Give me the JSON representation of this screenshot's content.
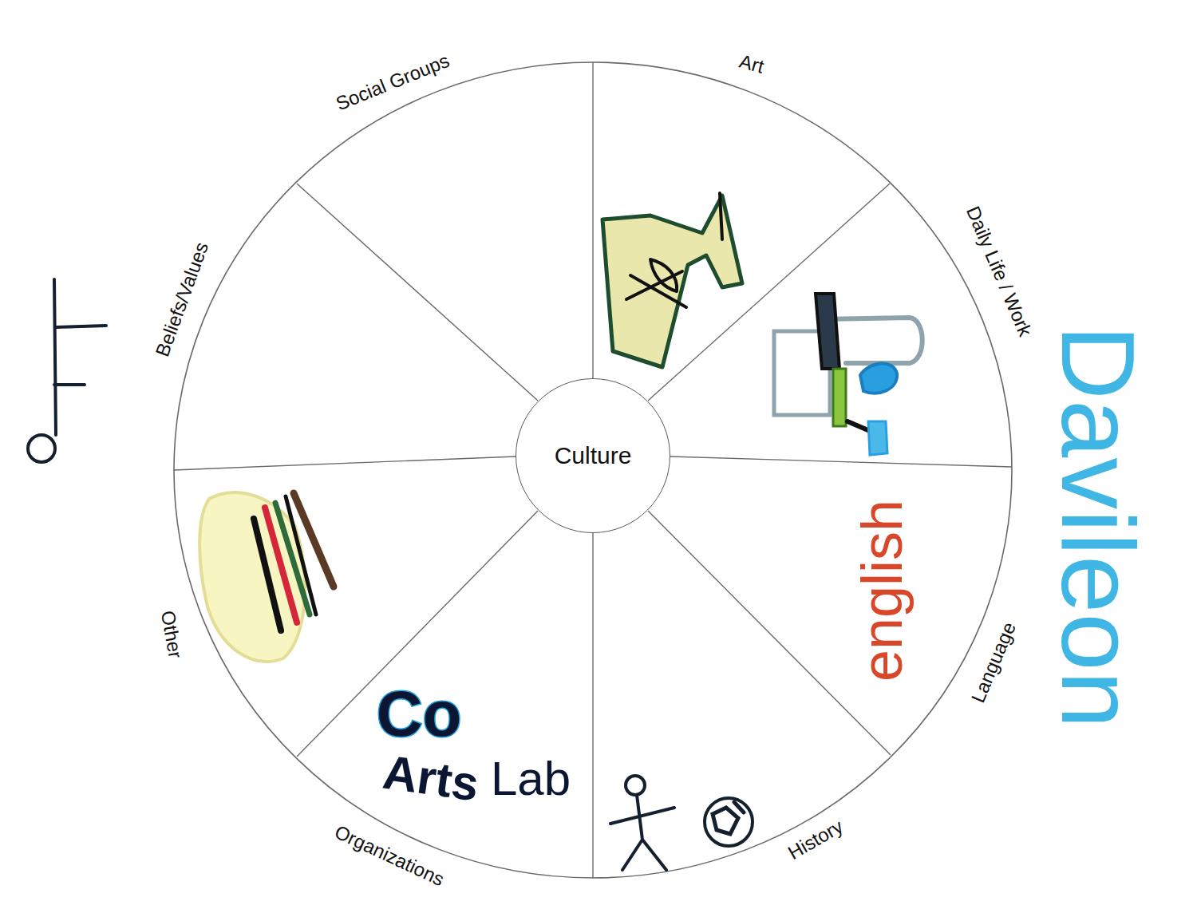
{
  "diagram": {
    "nodes": [
      {
        "text": [
          "Culture"
        ]
      }
    ],
    "labels": [
      "Social Groups",
      "Art",
      "Daily Life / Work",
      "Language",
      "History",
      "Organizations",
      "Other",
      "Beliefs/Values",
      "english",
      "Co",
      "Lab",
      "Arts",
      "Davileon"
    ]
  }
}
